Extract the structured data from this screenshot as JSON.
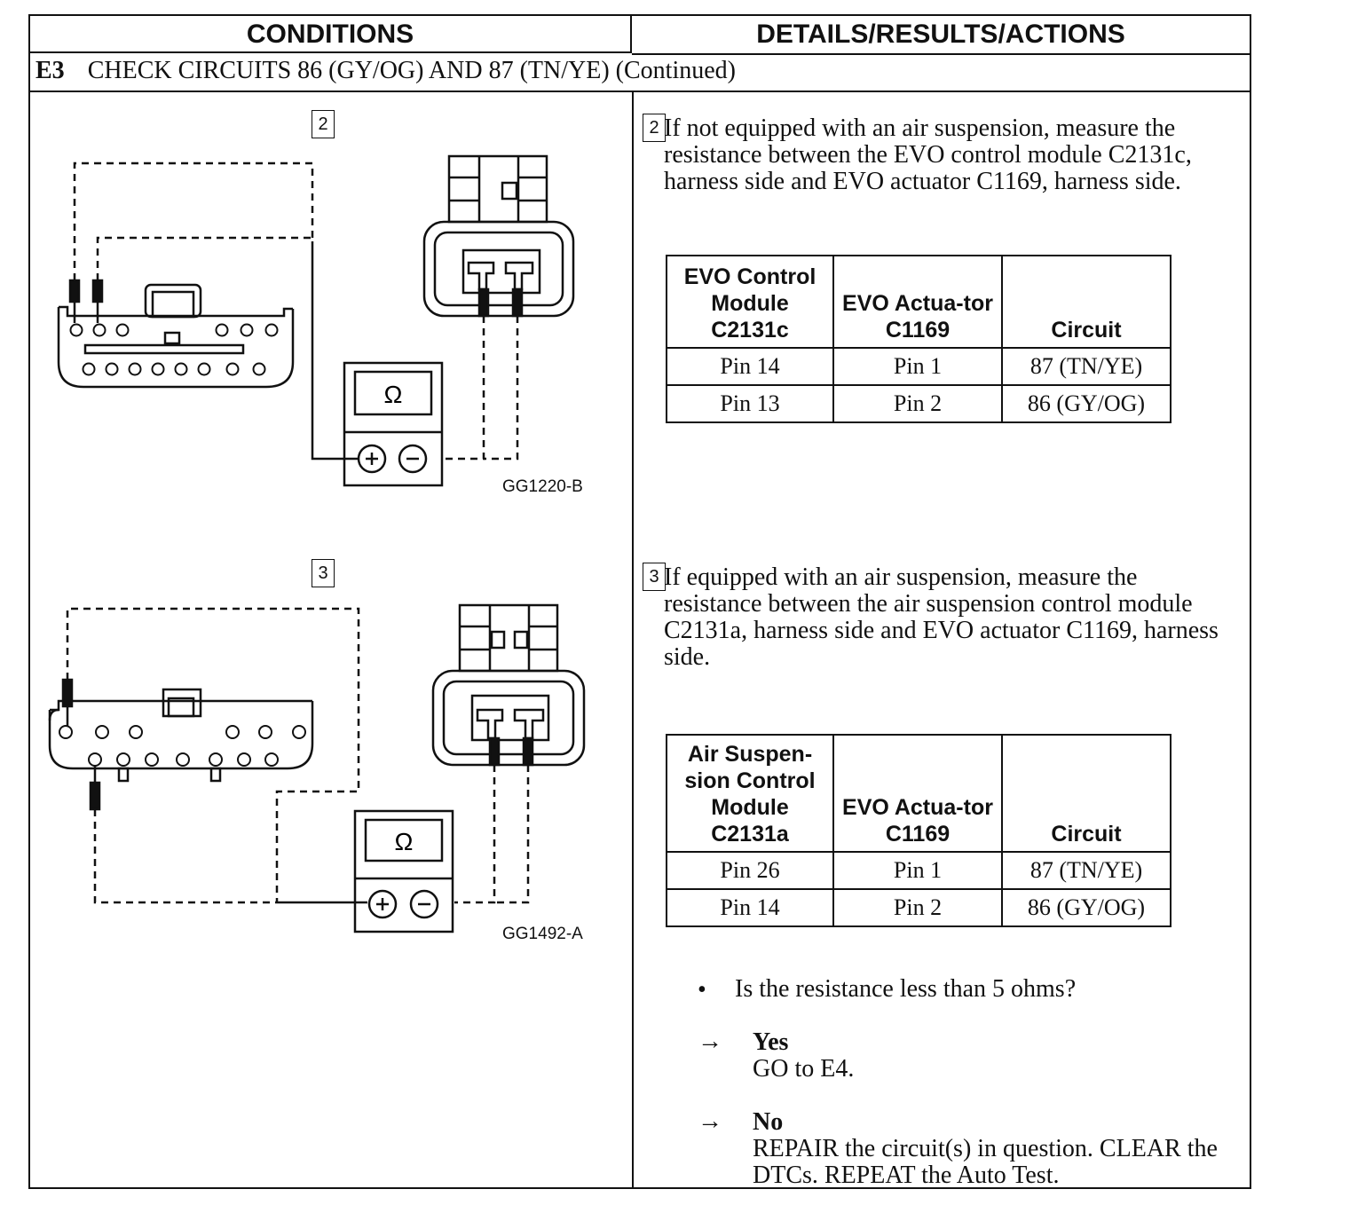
{
  "header": {
    "conditions": "CONDITIONS",
    "details": "DETAILS/RESULTS/ACTIONS"
  },
  "step": {
    "code": "E3",
    "title": "CHECK CIRCUITS 86 (GY/OG) AND 87 (TN/YE) (Continued)"
  },
  "figures": [
    {
      "step": "2",
      "label": "GG1220-B",
      "meter_symbol": "Ω"
    },
    {
      "step": "3",
      "label": "GG1492-A",
      "meter_symbol": "Ω"
    }
  ],
  "instructions": [
    {
      "step": "2",
      "text": "If not equipped with an air suspension, measure the resistance between the EVO control module C2131c, harness side and EVO actuator C1169, harness side.",
      "table": {
        "headers": [
          "EVO Control Module C2131c",
          "EVO Actua-tor C1169",
          "Circuit"
        ],
        "rows": [
          [
            "Pin 14",
            "Pin 1",
            "87 (TN/YE)"
          ],
          [
            "Pin 13",
            "Pin 2",
            "86 (GY/OG)"
          ]
        ]
      }
    },
    {
      "step": "3",
      "text": "If equipped with an air suspension, measure the resistance between the air suspension control module C2131a, harness side and EVO actuator C1169, harness side.",
      "table": {
        "headers": [
          "Air Suspen-sion Control Module C2131a",
          "EVO Actua-tor C1169",
          "Circuit"
        ],
        "rows": [
          [
            "Pin 26",
            "Pin 1",
            "87 (TN/YE)"
          ],
          [
            "Pin 14",
            "Pin 2",
            "86 (GY/OG)"
          ]
        ]
      }
    }
  ],
  "question": {
    "bullet": "•",
    "text": "Is the resistance less than 5 ohms?"
  },
  "responses": [
    {
      "arrow": "→",
      "answer": "Yes",
      "action": "GO to E4."
    },
    {
      "arrow": "→",
      "answer": "No",
      "action": "REPAIR the circuit(s) in question. CLEAR the DTCs. REPEAT the Auto Test."
    }
  ]
}
